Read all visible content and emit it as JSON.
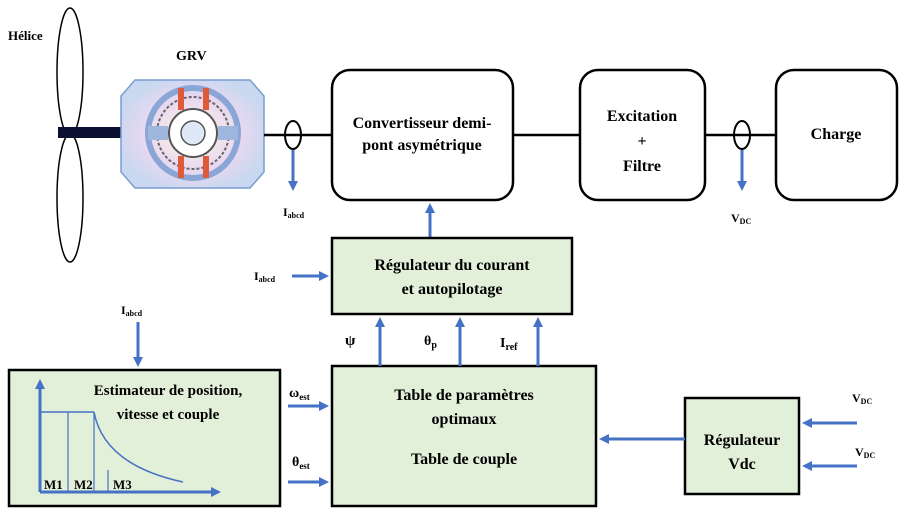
{
  "labels": {
    "helice": "Hélice",
    "grv": "GRV",
    "convertisseur_line1": "Convertisseur demi-",
    "convertisseur_line2": "pont asymétrique",
    "excitation_line1": "Excitation",
    "excitation_line2": "+",
    "excitation_line3": "Filtre",
    "charge": "Charge",
    "regulateur_courant_line1": "Régulateur du courant",
    "regulateur_courant_line2": "et autopilotage",
    "estimateur_line1": "Estimateur de position,",
    "estimateur_line2": "vitesse et couple",
    "table_line1": "Table de paramètres",
    "table_line2": "optimaux",
    "table_line3": "Table de couple",
    "regulateur_vdc_line1": "Régulateur",
    "regulateur_vdc_line2": "Vdc",
    "m1": "M1",
    "m2": "M2",
    "m3": "M3"
  },
  "signals": {
    "i_abcd_main": "I",
    "i_abcd_main_sub": "abcd",
    "i_abcd_reg": "I",
    "i_abcd_reg_sub": "abcd",
    "i_abcd_est": "I",
    "i_abcd_est_sub": "abcd",
    "vdc_out": "V",
    "vdc_out_sub": "DC",
    "vdc_in1": "V",
    "vdc_in1_sub": "DC",
    "vdc_in2": "V",
    "vdc_in2_sub": "DC",
    "psi": "ψ",
    "theta_p": "θ",
    "theta_p_sub": "p",
    "i_ref": "I",
    "i_ref_sub": "ref",
    "omega_est": "ω",
    "omega_est_sub": "est",
    "theta_est": "θ",
    "theta_est_sub": "est"
  },
  "colors": {
    "block_fill": "#e2efd9",
    "arrow": "#4472c4",
    "line": "#000000"
  }
}
